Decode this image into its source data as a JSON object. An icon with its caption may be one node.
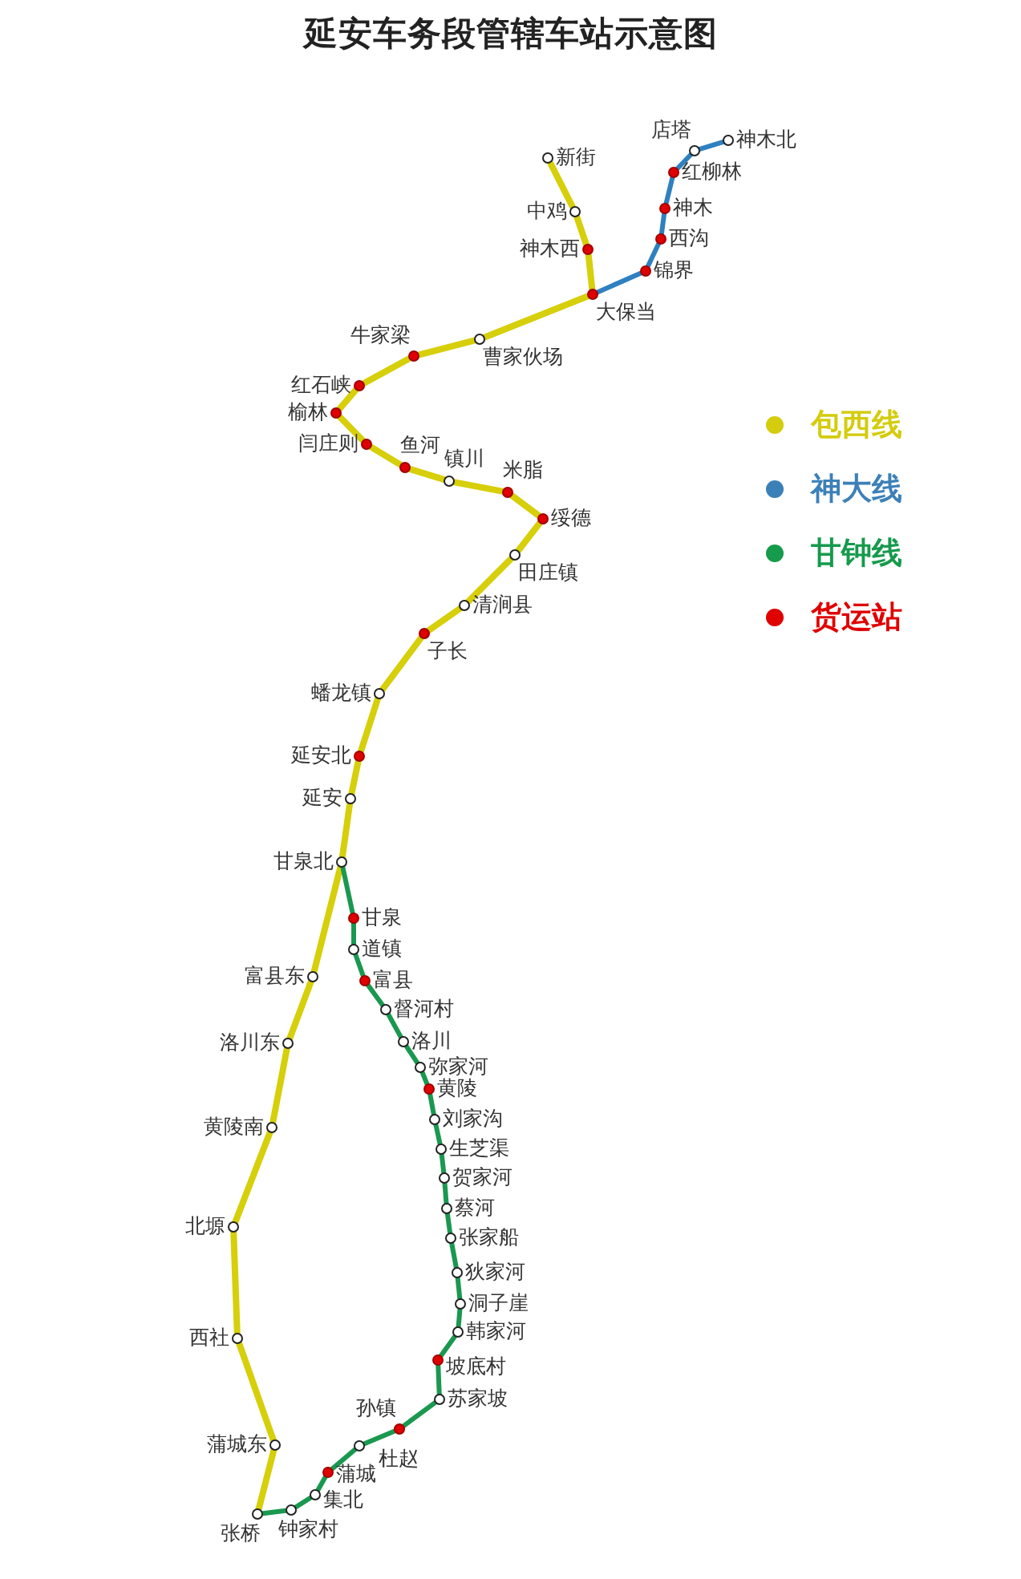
{
  "diagram": {
    "title": "延安车务段管辖车站示意图",
    "nodes": [
      {
        "text": [],
        "shape": "circle",
        "beside": [
          "新街"
        ]
      },
      {
        "text": [],
        "shape": "circle",
        "beside": [
          "中鸡"
        ]
      },
      {
        "text": [],
        "shape": "circle",
        "beside": [
          "神木西"
        ]
      },
      {
        "text": [],
        "shape": "circle",
        "beside": [
          "大保当"
        ]
      },
      {
        "text": [],
        "shape": "circle",
        "beside": [
          "曹家伙场"
        ]
      },
      {
        "text": [],
        "shape": "circle",
        "beside": [
          "牛家梁"
        ]
      },
      {
        "text": [],
        "shape": "circle",
        "beside": [
          "红石峡"
        ]
      },
      {
        "text": [],
        "shape": "circle",
        "beside": [
          "榆林"
        ]
      },
      {
        "text": [],
        "shape": "circle",
        "beside": [
          "闫庄则"
        ]
      },
      {
        "text": [],
        "shape": "circle",
        "beside": [
          "鱼河"
        ]
      },
      {
        "text": [],
        "shape": "circle",
        "beside": [
          "镇川"
        ]
      },
      {
        "text": [],
        "shape": "circle",
        "beside": [
          "米脂"
        ]
      },
      {
        "text": [],
        "shape": "circle",
        "beside": [
          "绥德"
        ]
      },
      {
        "text": [],
        "shape": "circle",
        "beside": [
          "田庄镇"
        ]
      },
      {
        "text": [],
        "shape": "circle",
        "beside": [
          "清涧县"
        ]
      },
      {
        "text": [],
        "shape": "circle",
        "beside": [
          "子长"
        ]
      },
      {
        "text": [],
        "shape": "circle",
        "beside": [
          "蟠龙镇"
        ]
      },
      {
        "text": [],
        "shape": "circle",
        "beside": [
          "延安北"
        ]
      },
      {
        "text": [],
        "shape": "circle",
        "beside": [
          "延安"
        ]
      },
      {
        "text": [],
        "shape": "circle",
        "beside": [
          "甘泉北"
        ]
      },
      {
        "text": [],
        "shape": "circle",
        "beside": [
          "富县东"
        ]
      },
      {
        "text": [],
        "shape": "circle",
        "beside": [
          "洛川东"
        ]
      },
      {
        "text": [],
        "shape": "circle",
        "beside": [
          "黄陵南"
        ]
      },
      {
        "text": [],
        "shape": "circle",
        "beside": [
          "北塬"
        ]
      },
      {
        "text": [],
        "shape": "circle",
        "beside": [
          "西社"
        ]
      },
      {
        "text": [],
        "shape": "circle",
        "beside": [
          "蒲城东"
        ]
      },
      {
        "text": [],
        "shape": "circle",
        "beside": [
          "张桥"
        ]
      },
      {
        "text": [],
        "shape": "circle",
        "beside": [
          "神木北"
        ]
      },
      {
        "text": [],
        "shape": "circle",
        "beside": [
          "店塔"
        ]
      },
      {
        "text": [],
        "shape": "circle",
        "beside": [
          "红柳林"
        ]
      },
      {
        "text": [],
        "shape": "circle",
        "beside": [
          "神木"
        ]
      },
      {
        "text": [],
        "shape": "circle",
        "beside": [
          "西沟"
        ]
      },
      {
        "text": [],
        "shape": "circle",
        "beside": [
          "锦界"
        ]
      },
      {
        "text": [],
        "shape": "circle",
        "beside": [
          "甘泉"
        ]
      },
      {
        "text": [],
        "shape": "circle",
        "beside": [
          "道镇"
        ]
      },
      {
        "text": [],
        "shape": "circle",
        "beside": [
          "富县"
        ]
      },
      {
        "text": [],
        "shape": "circle",
        "beside": [
          "督河村"
        ]
      },
      {
        "text": [],
        "shape": "circle",
        "beside": [
          "洛川"
        ]
      },
      {
        "text": [],
        "shape": "circle",
        "beside": [
          "弥家河"
        ]
      },
      {
        "text": [],
        "shape": "circle",
        "beside": [
          "黄陵"
        ]
      },
      {
        "text": [],
        "shape": "circle",
        "beside": [
          "刘家沟"
        ]
      },
      {
        "text": [],
        "shape": "circle",
        "beside": [
          "生芝渠"
        ]
      },
      {
        "text": [],
        "shape": "circle",
        "beside": [
          "贺家河"
        ]
      },
      {
        "text": [],
        "shape": "circle",
        "beside": [
          "蔡河"
        ]
      },
      {
        "text": [],
        "shape": "circle",
        "beside": [
          "张家船"
        ]
      },
      {
        "text": [],
        "shape": "circle",
        "beside": [
          "狄家河"
        ]
      },
      {
        "text": [],
        "shape": "circle",
        "beside": [
          "洞子崖"
        ]
      },
      {
        "text": [],
        "shape": "circle",
        "beside": [
          "韩家河"
        ]
      },
      {
        "text": [],
        "shape": "circle",
        "beside": [
          "坡底村"
        ]
      },
      {
        "text": [],
        "shape": "circle",
        "beside": [
          "苏家坡"
        ]
      },
      {
        "text": [],
        "shape": "circle",
        "beside": [
          "孙镇"
        ]
      },
      {
        "text": [],
        "shape": "circle",
        "beside": [
          "杜赵"
        ]
      },
      {
        "text": [],
        "shape": "circle",
        "beside": [
          "蒲城"
        ]
      },
      {
        "text": [],
        "shape": "circle",
        "beside": [
          "集北"
        ]
      },
      {
        "text": [],
        "shape": "circle",
        "beside": [
          "钟家村"
        ]
      }
    ],
    "edges": [
      {
        "from": 0,
        "to": 1,
        "arrow": "none"
      },
      {
        "from": 1,
        "to": 2,
        "arrow": "none"
      },
      {
        "from": 2,
        "to": 3,
        "arrow": "none"
      },
      {
        "from": 3,
        "to": 4,
        "arrow": "none"
      },
      {
        "from": 4,
        "to": 5,
        "arrow": "none"
      },
      {
        "from": 5,
        "to": 6,
        "arrow": "none"
      },
      {
        "from": 6,
        "to": 7,
        "arrow": "none"
      },
      {
        "from": 7,
        "to": 8,
        "arrow": "none"
      },
      {
        "from": 8,
        "to": 9,
        "arrow": "none"
      },
      {
        "from": 9,
        "to": 10,
        "arrow": "none"
      },
      {
        "from": 10,
        "to": 11,
        "arrow": "none"
      },
      {
        "from": 11,
        "to": 12,
        "arrow": "none"
      },
      {
        "from": 12,
        "to": 13,
        "arrow": "none"
      },
      {
        "from": 13,
        "to": 14,
        "arrow": "none"
      },
      {
        "from": 14,
        "to": 15,
        "arrow": "none"
      },
      {
        "from": 15,
        "to": 16,
        "arrow": "none"
      },
      {
        "from": 16,
        "to": 17,
        "arrow": "none"
      },
      {
        "from": 17,
        "to": 18,
        "arrow": "none"
      },
      {
        "from": 18,
        "to": 19,
        "arrow": "none"
      },
      {
        "from": 19,
        "to": 20,
        "arrow": "none"
      },
      {
        "from": 20,
        "to": 21,
        "arrow": "none"
      },
      {
        "from": 21,
        "to": 22,
        "arrow": "none"
      },
      {
        "from": 22,
        "to": 23,
        "arrow": "none"
      },
      {
        "from": 23,
        "to": 24,
        "arrow": "none"
      },
      {
        "from": 24,
        "to": 25,
        "arrow": "none"
      },
      {
        "from": 25,
        "to": 26,
        "arrow": "none"
      },
      {
        "from": 27,
        "to": 28,
        "arrow": "none",
        "color": "#2f80c0"
      },
      {
        "from": 28,
        "to": 29,
        "arrow": "none",
        "color": "#2f80c0"
      },
      {
        "from": 29,
        "to": 30,
        "arrow": "none",
        "color": "#2f80c0"
      },
      {
        "from": 30,
        "to": 31,
        "arrow": "none",
        "color": "#2f80c0"
      },
      {
        "from": 31,
        "to": 32,
        "arrow": "none",
        "color": "#2f80c0"
      },
      {
        "from": 32,
        "to": 3,
        "arrow": "none",
        "color": "#2f80c0"
      },
      {
        "from": 19,
        "to": 33,
        "arrow": "none",
        "color": "#1a9850"
      },
      {
        "from": 33,
        "to": 34,
        "arrow": "none",
        "color": "#1a9850"
      },
      {
        "from": 34,
        "to": 35,
        "arrow": "none",
        "color": "#1a9850"
      },
      {
        "from": 35,
        "to": 36,
        "arrow": "none",
        "color": "#1a9850"
      },
      {
        "from": 36,
        "to": 37,
        "arrow": "none",
        "color": "#1a9850"
      },
      {
        "from": 37,
        "to": 38,
        "arrow": "none",
        "color": "#1a9850"
      },
      {
        "from": 38,
        "to": 39,
        "arrow": "none",
        "color": "#1a9850"
      },
      {
        "from": 39,
        "to": 40,
        "arrow": "none",
        "color": "#1a9850"
      },
      {
        "from": 40,
        "to": 41,
        "arrow": "none",
        "color": "#1a9850"
      },
      {
        "from": 41,
        "to": 42,
        "arrow": "none",
        "color": "#1a9850"
      },
      {
        "from": 42,
        "to": 43,
        "arrow": "none",
        "color": "#1a9850"
      },
      {
        "from": 43,
        "to": 44,
        "arrow": "none",
        "color": "#1a9850"
      },
      {
        "from": 44,
        "to": 45,
        "arrow": "none",
        "color": "#1a9850"
      },
      {
        "from": 45,
        "to": 46,
        "arrow": "none",
        "color": "#1a9850"
      },
      {
        "from": 46,
        "to": 47,
        "arrow": "none",
        "color": "#1a9850"
      },
      {
        "from": 47,
        "to": 48,
        "arrow": "none",
        "color": "#1a9850"
      },
      {
        "from": 48,
        "to": 49,
        "arrow": "none",
        "color": "#1a9850"
      },
      {
        "from": 49,
        "to": 50,
        "arrow": "none",
        "color": "#1a9850"
      },
      {
        "from": 50,
        "to": 51,
        "arrow": "none",
        "color": "#1a9850"
      },
      {
        "from": 51,
        "to": 52,
        "arrow": "none",
        "color": "#1a9850"
      },
      {
        "from": 52,
        "to": 53,
        "arrow": "none",
        "color": "#1a9850"
      },
      {
        "from": 53,
        "to": 54,
        "arrow": "none",
        "color": "#1a9850"
      },
      {
        "from": 54,
        "to": 26,
        "arrow": "none",
        "color": "#1a9850"
      }
    ],
    "legend": [
      {
        "text": "包西线",
        "color": "#d4cc0c"
      },
      {
        "text": "神大线",
        "color": "#3c80b8"
      },
      {
        "text": "甘钟线",
        "color": "#169a4c"
      },
      {
        "text": "货运站",
        "color": "#e00000"
      }
    ]
  }
}
